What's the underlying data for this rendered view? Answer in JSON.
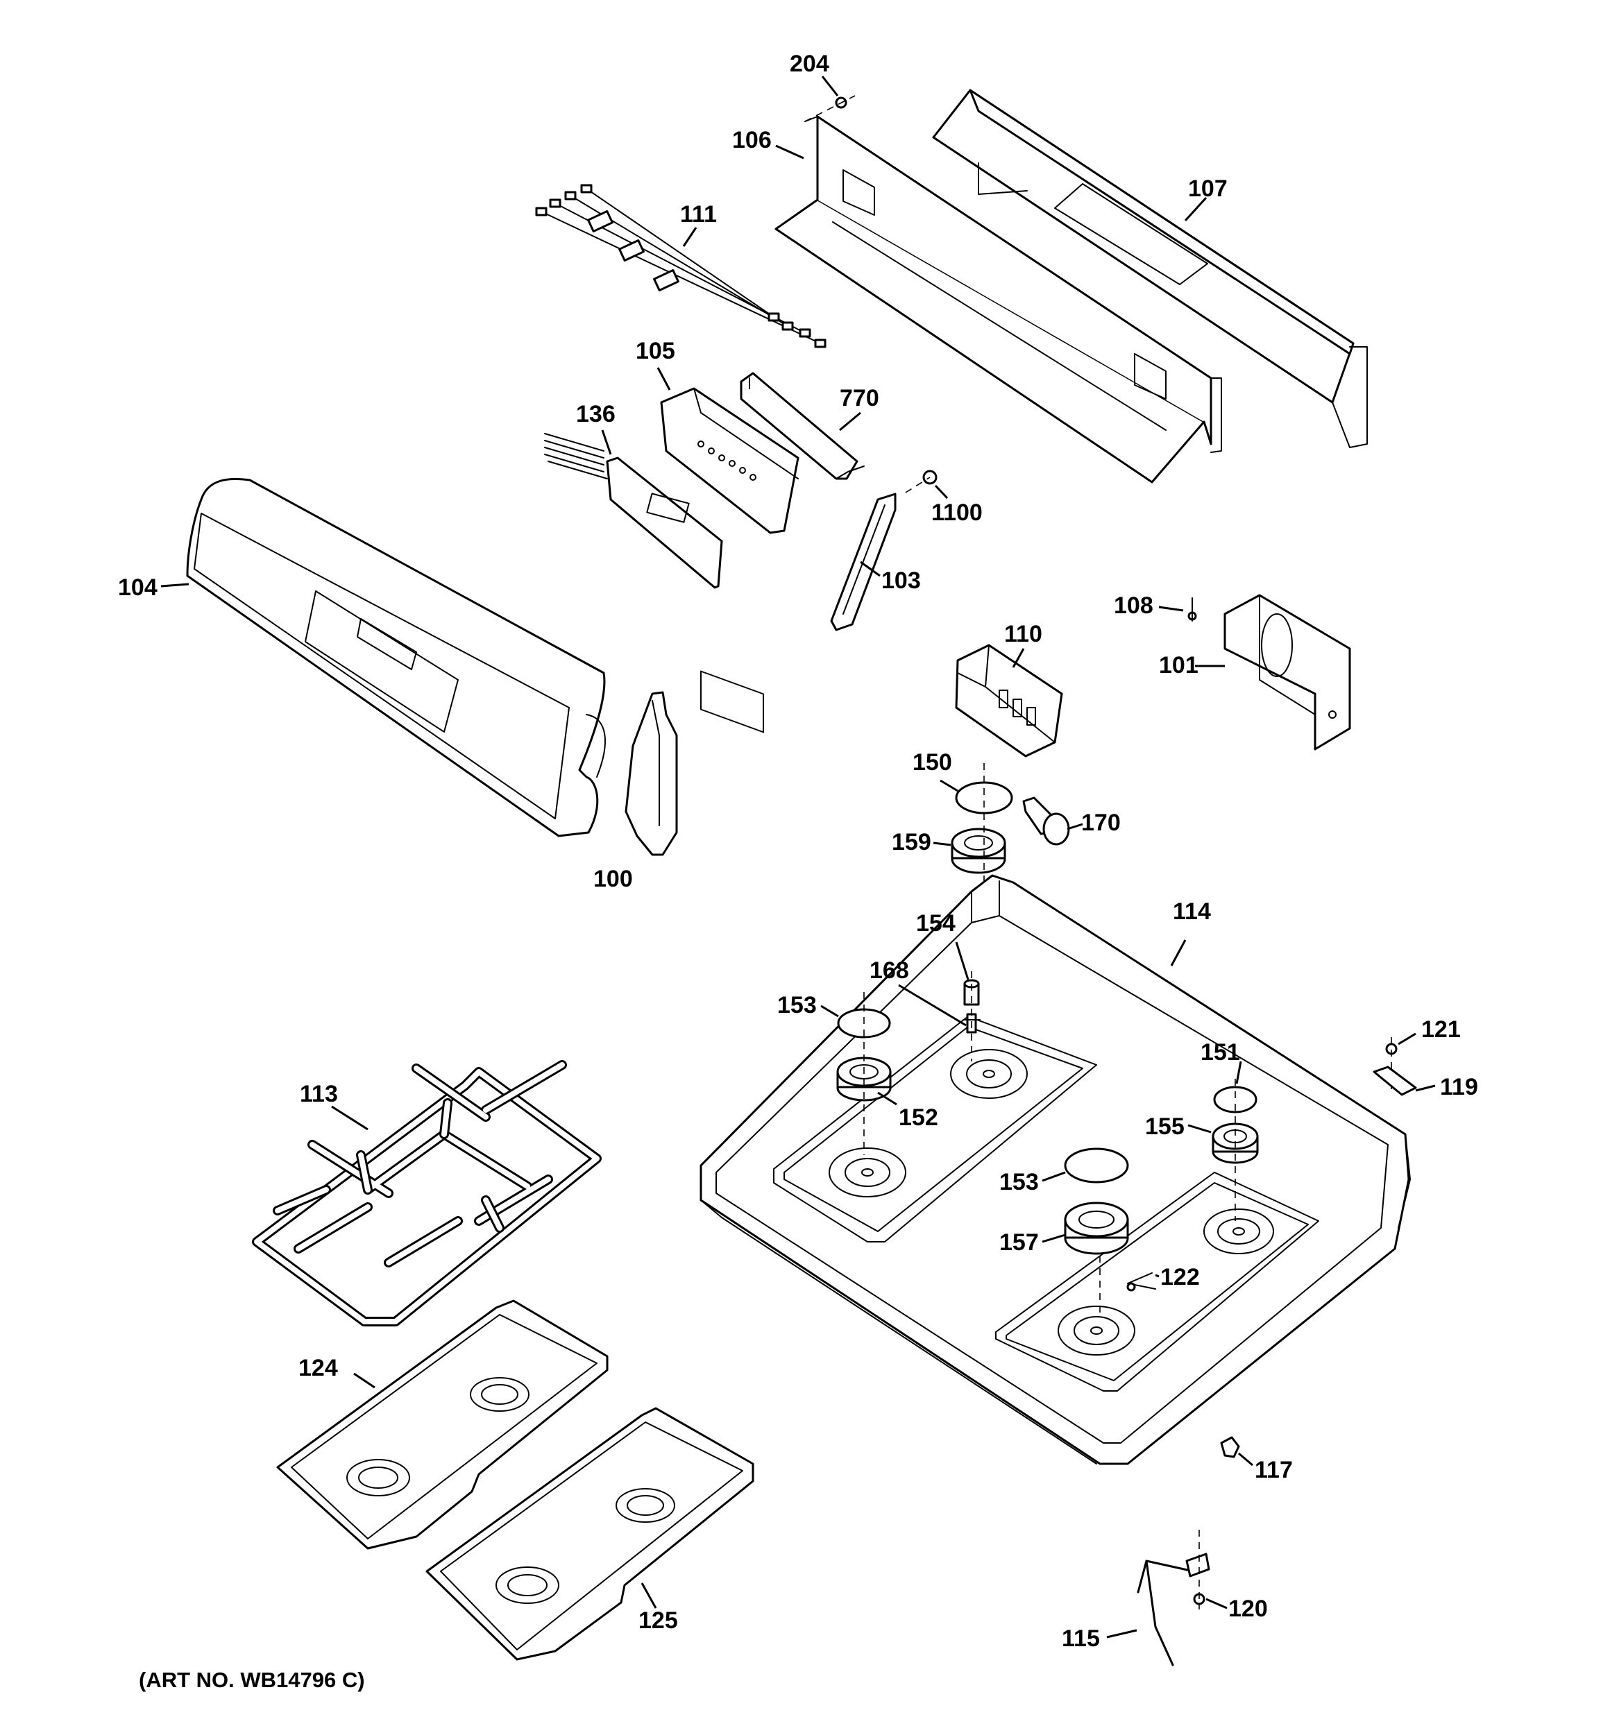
{
  "art_number": "(ART NO. WB14796 C)",
  "callouts": [
    {
      "id": "c204",
      "text": "204"
    },
    {
      "id": "c106",
      "text": "106"
    },
    {
      "id": "c107",
      "text": "107"
    },
    {
      "id": "c111",
      "text": "111"
    },
    {
      "id": "c105",
      "text": "105"
    },
    {
      "id": "c770",
      "text": "770"
    },
    {
      "id": "c136",
      "text": "136"
    },
    {
      "id": "c1100",
      "text": "1100"
    },
    {
      "id": "c103",
      "text": "103"
    },
    {
      "id": "c104",
      "text": "104"
    },
    {
      "id": "c108",
      "text": "108"
    },
    {
      "id": "c110",
      "text": "110"
    },
    {
      "id": "c101",
      "text": "101"
    },
    {
      "id": "c150",
      "text": "150"
    },
    {
      "id": "c170",
      "text": "170"
    },
    {
      "id": "c159",
      "text": "159"
    },
    {
      "id": "c100",
      "text": "100"
    },
    {
      "id": "c154",
      "text": "154"
    },
    {
      "id": "c114",
      "text": "114"
    },
    {
      "id": "c168",
      "text": "168"
    },
    {
      "id": "c153a",
      "text": "153"
    },
    {
      "id": "c121",
      "text": "121"
    },
    {
      "id": "c151",
      "text": "151"
    },
    {
      "id": "c113",
      "text": "113"
    },
    {
      "id": "c152",
      "text": "152"
    },
    {
      "id": "c119",
      "text": "119"
    },
    {
      "id": "c155",
      "text": "155"
    },
    {
      "id": "c153b",
      "text": "153"
    },
    {
      "id": "c157",
      "text": "157"
    },
    {
      "id": "c122",
      "text": "122"
    },
    {
      "id": "c124",
      "text": "124"
    },
    {
      "id": "c117",
      "text": "117"
    },
    {
      "id": "c125",
      "text": "125"
    },
    {
      "id": "c120",
      "text": "120"
    },
    {
      "id": "c115",
      "text": "115"
    }
  ]
}
